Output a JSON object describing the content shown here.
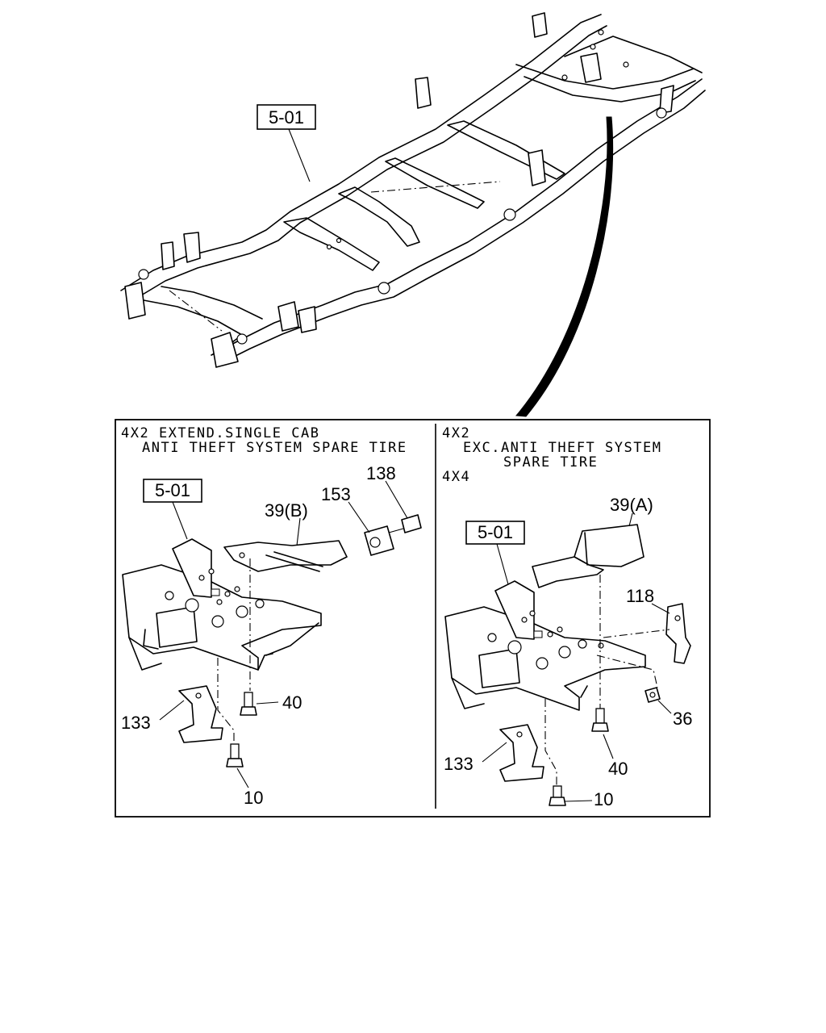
{
  "main_ref": {
    "label": "5-01"
  },
  "panel_left": {
    "caption_line1": "4X2 EXTEND.SINGLE CAB",
    "caption_line2": "ANTI THEFT SYSTEM SPARE TIRE",
    "ref": "5-01",
    "parts": {
      "p138": "138",
      "p153": "153",
      "p39b": "39(B)",
      "p40": "40",
      "p133": "133",
      "p10": "10"
    }
  },
  "panel_right": {
    "caption_line1": "4X2",
    "caption_line2": "EXC.ANTI THEFT SYSTEM",
    "caption_line3": "SPARE TIRE",
    "caption_line4": "4X4",
    "ref": "5-01",
    "parts": {
      "p39a": "39(A)",
      "p118": "118",
      "p36": "36",
      "p40": "40",
      "p133": "133",
      "p10": "10"
    }
  }
}
